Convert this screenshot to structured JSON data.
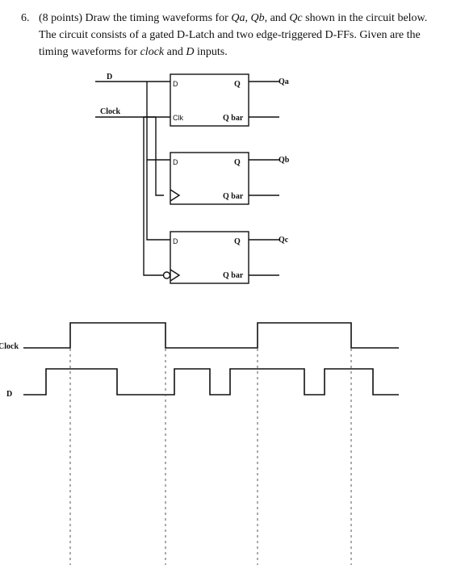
{
  "question": {
    "number": "6.",
    "line1_pre": "(8 points) Draw the timing waveforms for ",
    "qa": "Qa",
    "sep1": ", ",
    "qb": "Qb",
    "sep2": ", and ",
    "qc": "Qc",
    "line1_post": " shown in the circuit below. The circuit consists of a gated D-Latch and two edge-triggered D-FFs. Given are the timing waveforms for ",
    "clock_word": "clock",
    "and_word": " and ",
    "d_word": "D",
    "end_word": " inputs."
  },
  "circuit": {
    "input_d": "D",
    "input_clock": "Clock",
    "latch": {
      "d_pin": "D",
      "clk_pin": "Clk",
      "q_pin": "Q",
      "qbar_pin": "Q bar",
      "output": "Qa"
    },
    "ff1": {
      "d_pin": "D",
      "q_pin": "Q",
      "qbar_pin": "Q bar",
      "output": "Qb"
    },
    "ff2": {
      "d_pin": "D",
      "q_pin": "Q",
      "qbar_pin": "Q bar",
      "output": "Qc"
    }
  },
  "timing": {
    "clock_label": "Clock",
    "d_label": "D"
  }
}
